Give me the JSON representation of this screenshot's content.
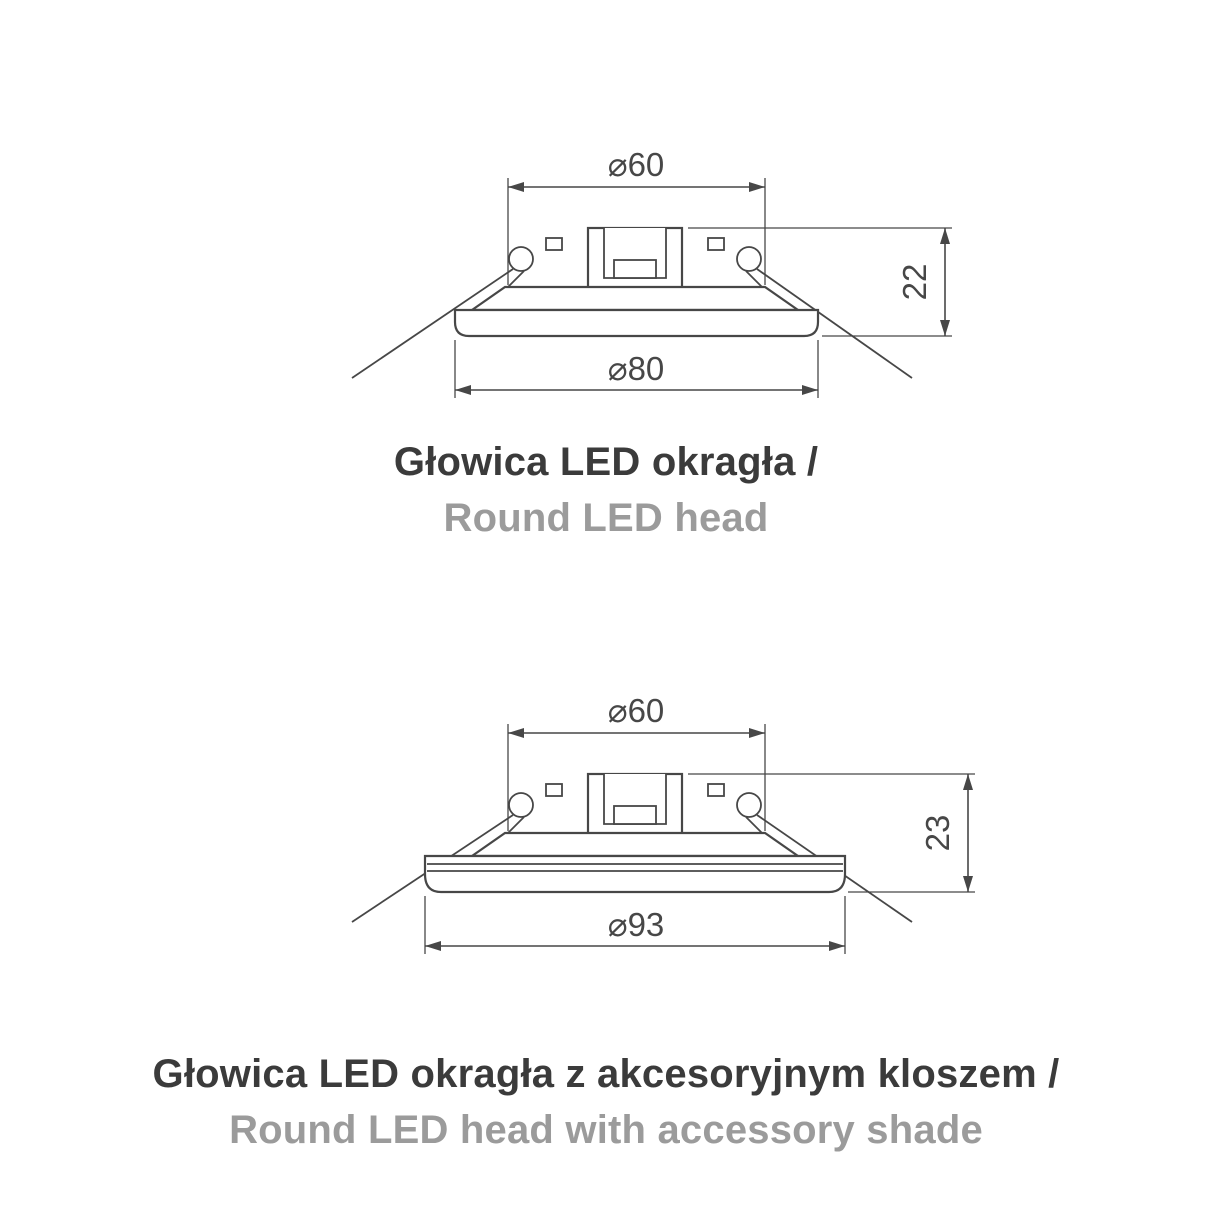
{
  "diagrams": [
    {
      "top_diameter": "⌀60",
      "height": "22",
      "bottom_diameter": "⌀80",
      "caption_pl": "Głowica LED okragła /",
      "caption_en": "Round LED head"
    },
    {
      "top_diameter": "⌀60",
      "height": "23",
      "bottom_diameter": "⌀93",
      "caption_pl": "Głowica LED okragła z akcesoryjnym kloszem /",
      "caption_en": "Round LED head with accessory shade"
    }
  ],
  "colors": {
    "line": "#474747",
    "caption_primary": "#3b3b3b",
    "caption_secondary": "#9b9b9b"
  }
}
